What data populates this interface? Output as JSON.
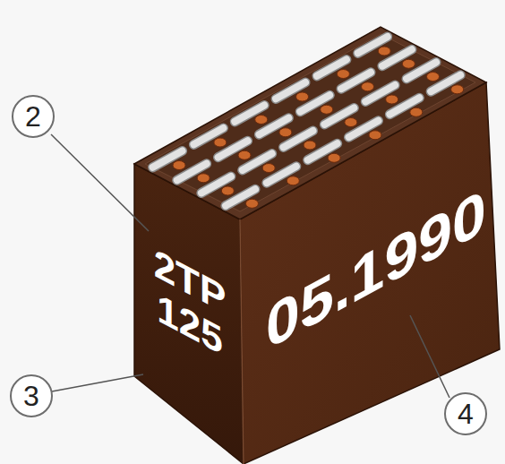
{
  "diagram": {
    "nodes": [
      {
        "text": [
          "2"
        ]
      },
      {
        "text": [
          "3"
        ]
      },
      {
        "text": [
          "4"
        ]
      }
    ],
    "labels": [
      "2TP 125",
      "05.1990"
    ]
  }
}
